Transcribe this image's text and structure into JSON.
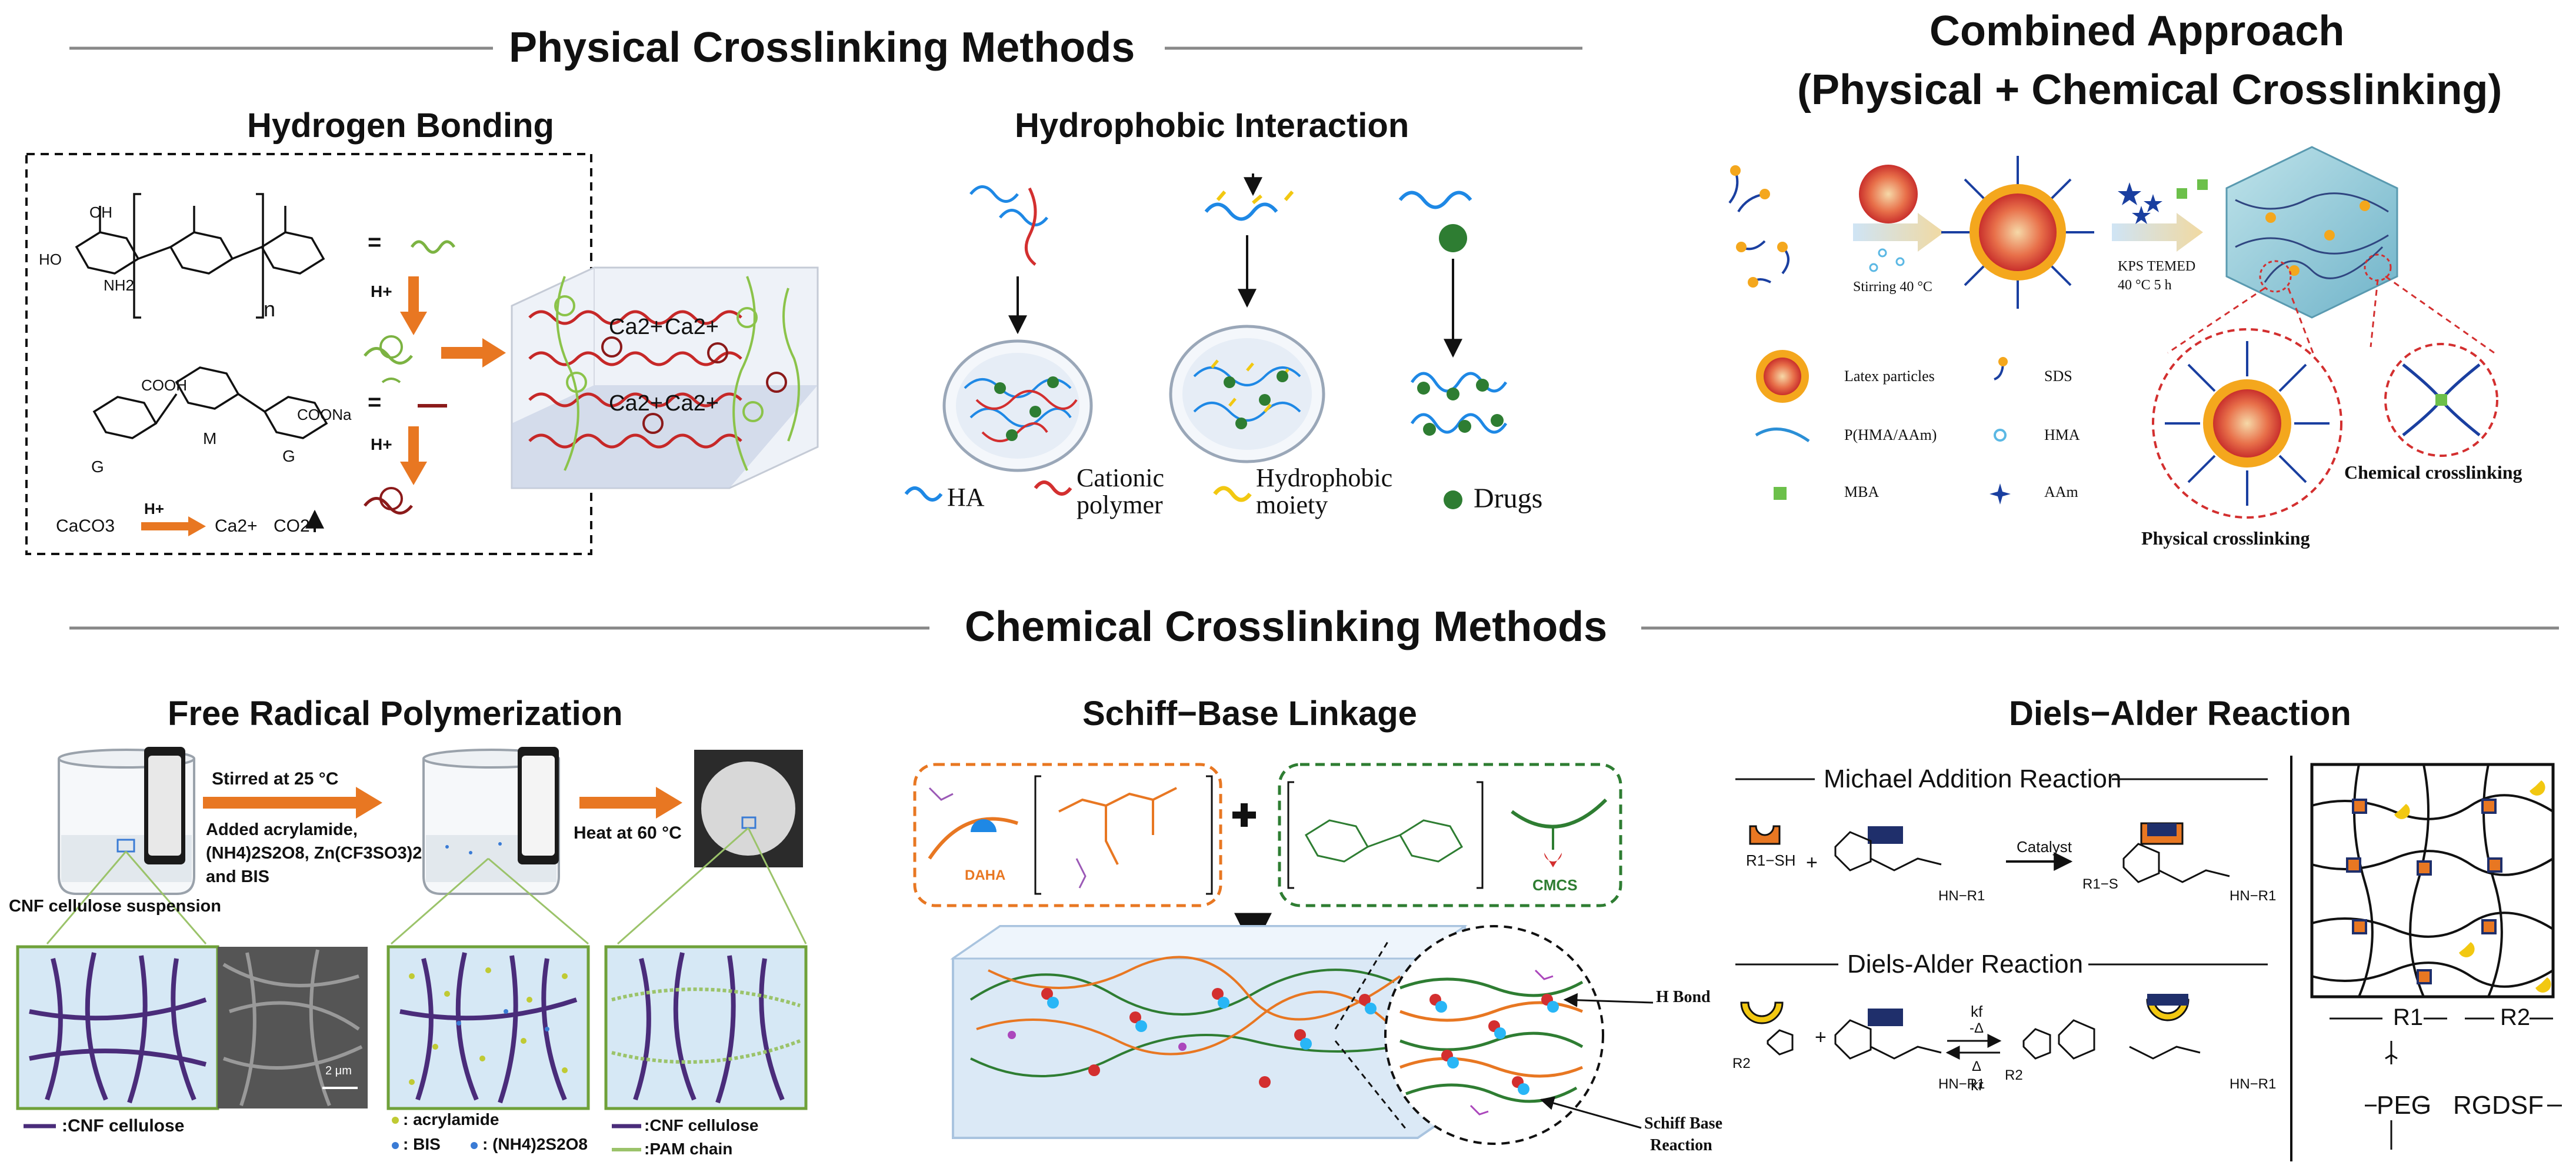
{
  "sections": {
    "physical": "Physical Crosslinking Methods",
    "chemical": "Chemical Crosslinking Methods",
    "combined_line1": "Combined Approach",
    "combined_line2": "(Physical + Chemical Crosslinking)"
  },
  "hydrogen_bonding": {
    "title": "Hydrogen Bonding",
    "n_sub": "n",
    "monomer_labels": [
      "G",
      "M",
      "G"
    ],
    "group_labels": [
      "OH",
      "HO",
      "NH2",
      "COOH",
      "COONa"
    ],
    "equals": "=",
    "h_plus": "H+",
    "caco3": "CaCO3",
    "ca_ion": "Ca2+",
    "co2": "CO2",
    "calcium_labels": [
      "Ca2+",
      "Ca2+",
      "Ca2+",
      "Ca2+"
    ]
  },
  "hydrophobic": {
    "title": "Hydrophobic Interaction",
    "legend": [
      "HA",
      "Cationic polymer",
      "Hydrophobic moiety",
      "Drugs"
    ]
  },
  "combined": {
    "step1": "Stirring  40 °C",
    "step2_line1": "KPS TEMED",
    "step2_line2": "40 °C  5 h",
    "legend": [
      "Latex particles",
      "SDS",
      "P(HMA/AAm)",
      "HMA",
      "MBA",
      "AAm"
    ],
    "physical_label": "Physical crosslinking",
    "chemical_label": "Chemical crosslinking"
  },
  "free_radical": {
    "title": "Free Radical Polymerization",
    "step1_line1": "Stirred at 25 °C",
    "step1_line2": "Added acrylamide,",
    "step1_line3": "(NH4)2S2O8, Zn(CF3SO3)2",
    "step1_line4": "and BIS",
    "step2": "Heat at 60 °C",
    "suspension": "CNF cellulose suspension",
    "scale": "2 μm",
    "legend1": ":CNF cellulose",
    "legend2a": ": acrylamide",
    "legend2b": ": BIS",
    "legend2c": ": (NH4)2S2O8",
    "legend3a": ":CNF cellulose",
    "legend3b": ":PAM chain"
  },
  "schiff": {
    "title": "Schiff−Base Linkage",
    "daha": "DAHA",
    "cmcs": "CMCS",
    "plus": "+",
    "hbond": "H Bond",
    "schiff_line1": "Schiff Base",
    "schiff_line2": "Reaction"
  },
  "diels": {
    "title": "Diels−Alder Reaction",
    "michael": "Michael Addition Reaction",
    "da": "Diels-Alder Reaction",
    "catalyst": "Catalyst",
    "r1sh": "R1−SH",
    "r1s": "R1−S",
    "hnr1": "HN−R1",
    "kf": "kf",
    "minus_delta": "-Δ",
    "delta": "Δ",
    "kr": "kr",
    "r2": "R2",
    "r1_label": "R1",
    "r2_label": "R2",
    "peg": "PEG",
    "rgdsf": "RGDSF"
  },
  "colors": {
    "orange": "#E87722",
    "green": "#2E7D32",
    "navy": "#1F2F6B",
    "yellow": "#F2C811",
    "blue": "#1565C0",
    "red": "#C62828",
    "purple": "#4A2C7A",
    "lightblue": "#D6E8F5"
  }
}
